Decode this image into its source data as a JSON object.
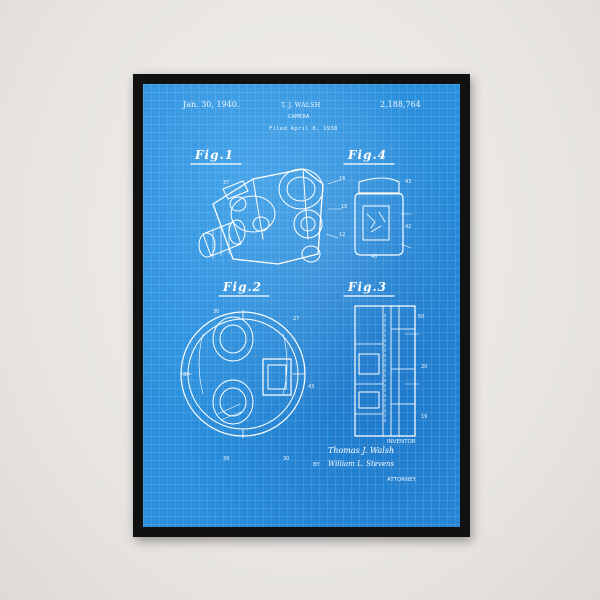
{
  "patent": {
    "date": "Jan. 30, 1940.",
    "inventor_header": "T. J. WALSH",
    "number": "2,188,764",
    "title": "CAMERA",
    "filed": "Filed April 8, 1938"
  },
  "figures": {
    "fig1": "Fig.1",
    "fig2": "Fig.2",
    "fig3": "Fig.3",
    "fig4": "Fig.4"
  },
  "signature": {
    "inventor_label": "INVENTOR",
    "inventor_name": "Thomas J. Walsh",
    "by": "BY",
    "attorney_name": "William L. Stevens",
    "attorney_label": "ATTORNEY."
  },
  "colors": {
    "blueprint": "#2a8fdc",
    "frame": "#111111",
    "wall": "#ebe9e7"
  }
}
